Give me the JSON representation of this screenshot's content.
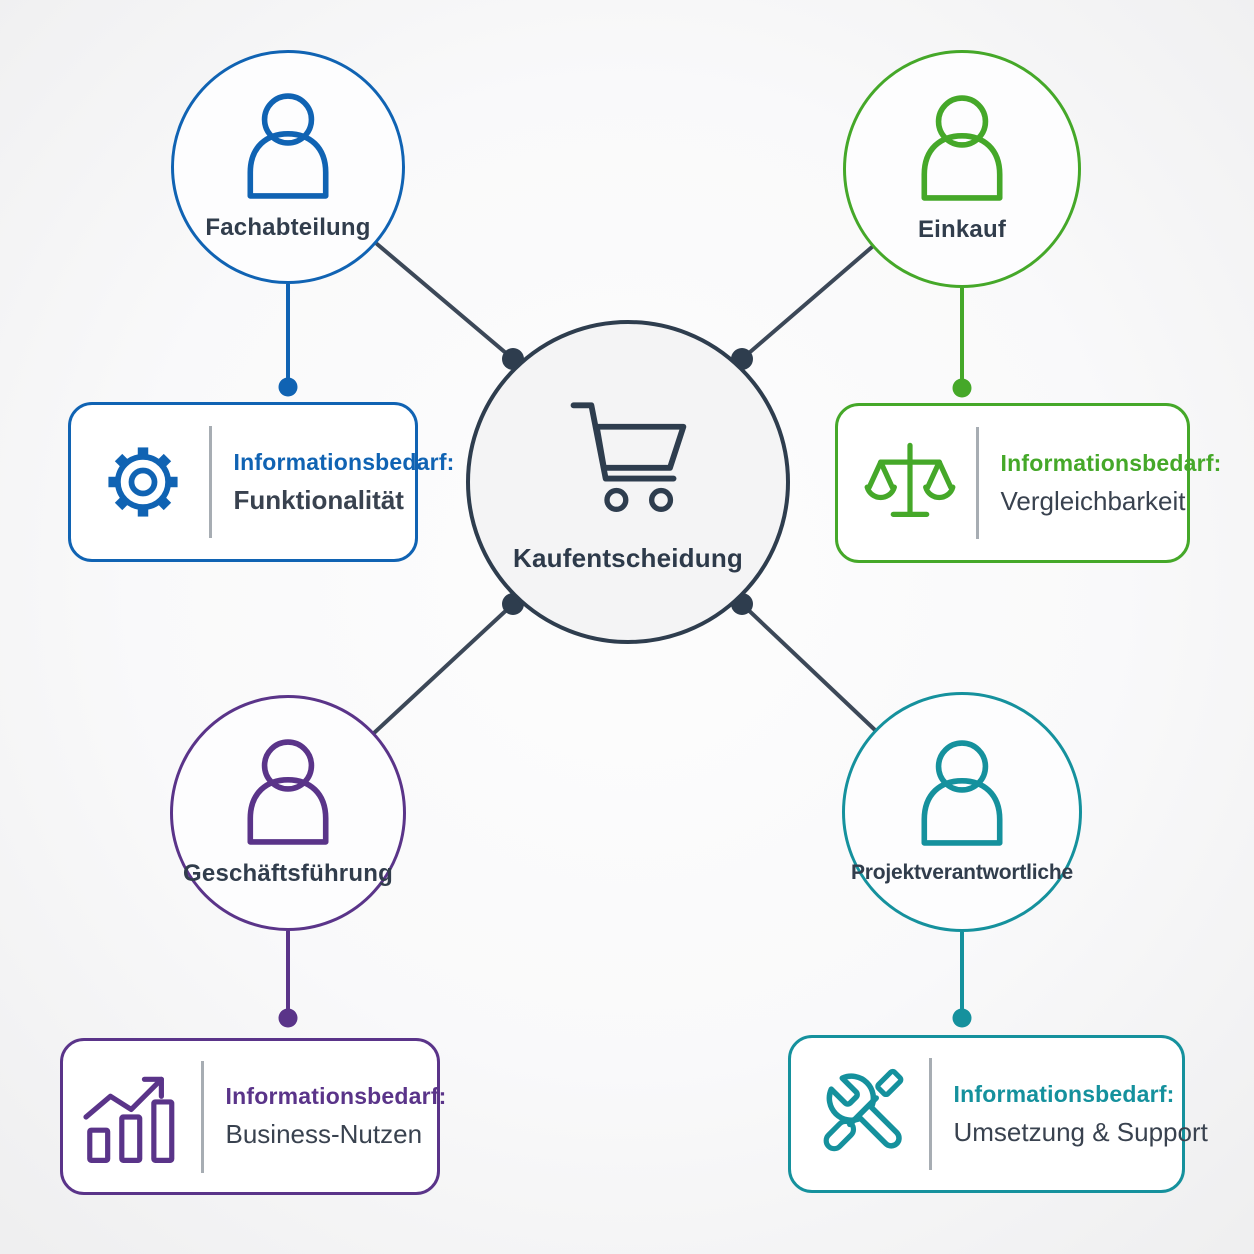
{
  "center": {
    "label": "Kaufentscheidung",
    "icon": "shopping-cart-icon",
    "border_color": "#2e3d4e",
    "fill_color": "#f4f4f5"
  },
  "stakeholders": [
    {
      "id": "fachabteilung",
      "position": "top-left",
      "label": "Fachabteilung",
      "node_icon": "person-icon",
      "color": "#1063b3",
      "info_icon": "gear-icon",
      "info_label": "Informationsbedarf:",
      "info_value": "Funktionalität"
    },
    {
      "id": "einkauf",
      "position": "top-right",
      "label": "Einkauf",
      "node_icon": "person-icon",
      "color": "#45a829",
      "info_icon": "scales-icon",
      "info_label": "Informationsbedarf:",
      "info_value": "Vergleichbarkeit"
    },
    {
      "id": "geschaeftsfuehrung",
      "position": "bottom-left",
      "label": "Geschäftsführung",
      "node_icon": "person-icon",
      "color": "#5a3489",
      "info_icon": "bar-chart-icon",
      "info_label": "Informationsbedarf:",
      "info_value": "Business-Nutzen"
    },
    {
      "id": "projektverantwortliche",
      "position": "bottom-right",
      "label": "Projektverantwortliche",
      "node_icon": "person-icon",
      "color": "#15919d",
      "info_icon": "tools-icon",
      "info_label": "Informationsbedarf:",
      "info_value": "Umsetzung & Support"
    }
  ],
  "colors": {
    "accent_blue": "#1063b3",
    "accent_green": "#45a829",
    "accent_purple": "#5a3489",
    "accent_teal": "#15919d",
    "center_navy": "#2e3d4e",
    "connector_line": "#3c4858",
    "text_dark": "#313d4c",
    "value_text": "#39424f",
    "divider_gray": "#a7adb3",
    "background": "#f8f8f9"
  }
}
